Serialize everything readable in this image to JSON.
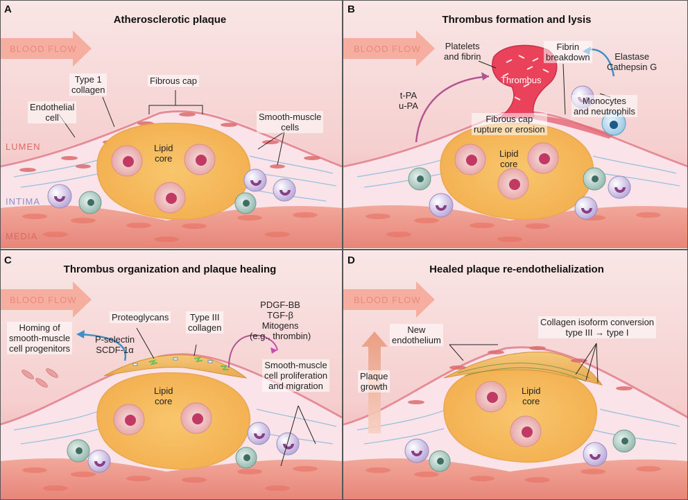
{
  "panels": [
    {
      "letter": "A",
      "title": "Atherosclerotic plaque"
    },
    {
      "letter": "B",
      "title": "Thrombus formation and lysis"
    },
    {
      "letter": "C",
      "title": "Thrombus organization and plaque healing"
    },
    {
      "letter": "D",
      "title": "Healed plaque re-endothelialization"
    }
  ],
  "common": {
    "blood_flow": "BLOOD FLOW",
    "lumen": "LUMEN",
    "intima": "INTIMA",
    "media": "MEDIA"
  },
  "panel_a": {
    "type1_collagen": [
      "Type 1",
      "collagen"
    ],
    "fibrous_cap": "Fibrous cap",
    "endothelial_cell": [
      "Endothelial",
      "cell"
    ],
    "smooth_muscle_cells": [
      "Smooth-muscle",
      "cells"
    ],
    "lipid_core": [
      "Lipid",
      "core"
    ]
  },
  "panel_b": {
    "platelets_fibrin": [
      "Platelets",
      "and fibrin"
    ],
    "thrombus": "Thrombus",
    "fibrin_breakdown": [
      "Fibrin",
      "breakdown"
    ],
    "elastase": [
      "Elastase",
      "Cathepsin G"
    ],
    "tpa": [
      "t-PA",
      "u-PA"
    ],
    "monocytes": [
      "Monocytes",
      "and neutrophils"
    ],
    "fibrous_cap_rupture": [
      "Fibrous cap",
      "rupture or erosion"
    ],
    "lipid_core": [
      "Lipid",
      "core"
    ]
  },
  "panel_c": {
    "proteoglycans": "Proteoglycans",
    "type3_collagen": [
      "Type III",
      "collagen"
    ],
    "pdgf": [
      "PDGF-BB",
      "TGF-β",
      "Mitogens",
      "(e.g., thrombin)"
    ],
    "homing": [
      "Homing of",
      "smooth-muscle",
      "cell progenitors"
    ],
    "pselectin": [
      "P-selectin",
      "SCDF-1α"
    ],
    "smc_prolif": [
      "Smooth-muscle",
      "cell proliferation",
      "and migration"
    ],
    "lipid_core": [
      "Lipid",
      "core"
    ]
  },
  "panel_d": {
    "new_endothelium": [
      "New",
      "endothelium"
    ],
    "collagen_conversion": [
      "Collagen isoform conversion",
      "type III → type I"
    ],
    "plaque_growth": [
      "Plaque",
      "growth"
    ],
    "lipid_core": [
      "Lipid",
      "core"
    ]
  },
  "colors": {
    "lumen": "#f7d3d3",
    "lumen_edge": "#e98c8c",
    "intima": "#fbe4ea",
    "media": "#ef9c8c",
    "lipid": "#f8c26a",
    "thrombus": "#e84a5f",
    "arrow": "#f08f7c",
    "label_layer": "#d96b5e",
    "intima_label": "#8a8fc8"
  }
}
